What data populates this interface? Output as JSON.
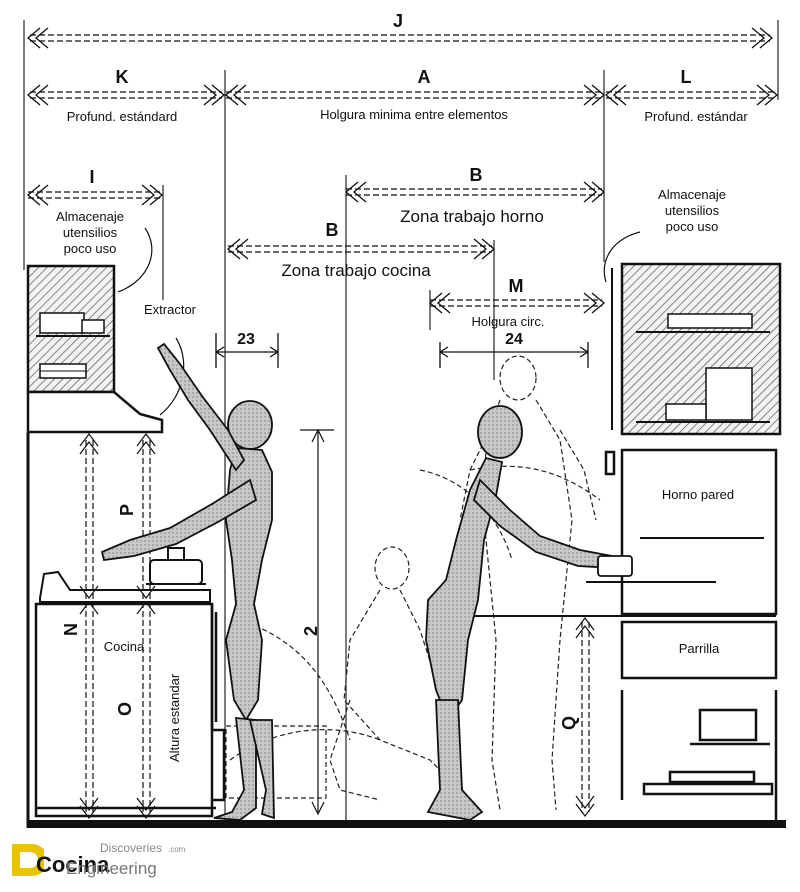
{
  "dimensions": {
    "J": "J",
    "K": "K",
    "A": "A",
    "L": "L",
    "I": "I",
    "B1": "B",
    "B2": "B",
    "M": "M",
    "P": "P",
    "N": "N",
    "O": "O",
    "Q": "Q",
    "d23": "23",
    "d24": "24",
    "d2": "2"
  },
  "labels": {
    "profund_left": "Profund. estándard",
    "holgura_min": "Holgura minima entre elementos",
    "profund_right": "Profund. estándar",
    "almacenaje_left": [
      "Almacenaje",
      "utensilios",
      "poco uso"
    ],
    "almacenaje_right": [
      "Almacenaje",
      "utensilios",
      "poco uso"
    ],
    "zona_horno": "Zona trabajo horno",
    "zona_cocina": "Zona trabajo cocina",
    "extractor": "Extractor",
    "holgura_circ": "Holgura circ.",
    "horno_pared": "Horno pared",
    "parrilla": "Parrilla",
    "cocina": "Cocina",
    "altura_estandar": "Altura estandar"
  },
  "footer": {
    "logo_text": "Cocina",
    "site_top": "Discoveries",
    "site_domain": ".com",
    "site_bottom": "Engineering"
  }
}
